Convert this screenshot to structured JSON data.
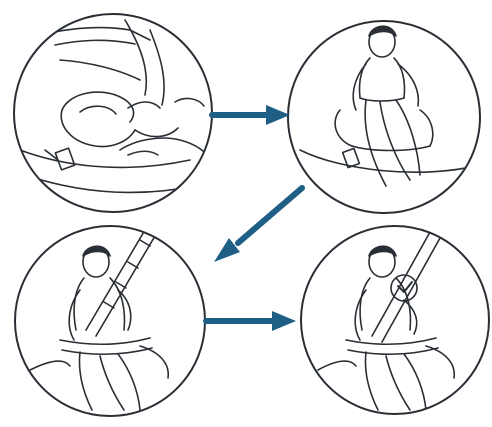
{
  "diagram": {
    "panels": [
      {
        "step": 1,
        "icon": "booster-seat-install-icon"
      },
      {
        "step": 2,
        "icon": "child-seated-booster-icon"
      },
      {
        "step": 3,
        "icon": "seatbelt-buckle-icon"
      },
      {
        "step": 4,
        "icon": "seatbelt-check-icon"
      }
    ],
    "arrows": [
      {
        "from": 1,
        "to": 2,
        "direction": "right"
      },
      {
        "from": 2,
        "to": 3,
        "direction": "down-left"
      },
      {
        "from": 3,
        "to": 4,
        "direction": "right"
      }
    ],
    "colors": {
      "line": "#2a2f36",
      "arrow": "#1f5f86",
      "background": "#ffffff"
    }
  }
}
